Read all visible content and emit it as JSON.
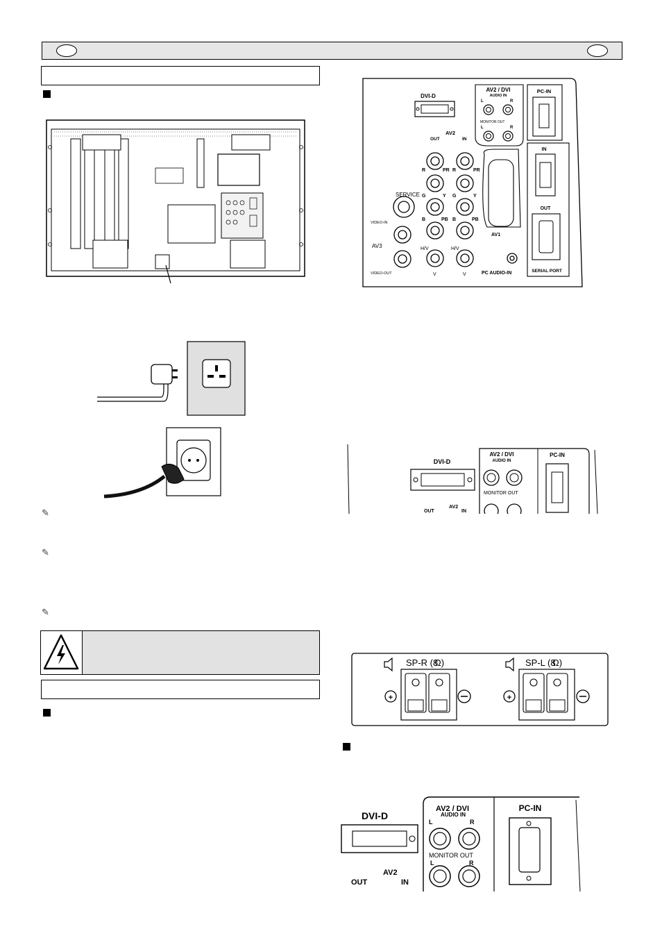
{
  "panel_labels": {
    "dvi_d": "DVI-D",
    "av2_dvi": "AV2 / DVI",
    "audio_in": "AUDIO IN",
    "l": "L",
    "r": "R",
    "monitor_out": "MONITOR OUT",
    "pc_in": "PC-IN",
    "av2": "AV2",
    "out": "OUT",
    "in": "IN",
    "service": "SERVICE",
    "video_in": "VIDEO-IN",
    "av3": "AV3",
    "video_out": "VIDEO-OUT",
    "r_pr": "R",
    "pr": "PR",
    "g": "G",
    "y": "Y",
    "b": "B",
    "pb": "PB",
    "hv": "H/V",
    "v": "V",
    "av1": "AV1",
    "pc_audio_in": "PC AUDIO-IN",
    "serial_in": "IN",
    "serial_out": "OUT",
    "serial_port": "SERIAL PORT"
  },
  "speaker_labels": {
    "sp_r": "SP-R (8",
    "sp_l": "SP-L (8",
    "ohm": "Ω)"
  },
  "icons": {
    "note": "pencil-note-icon",
    "warning": "lightning-warning-icon"
  }
}
